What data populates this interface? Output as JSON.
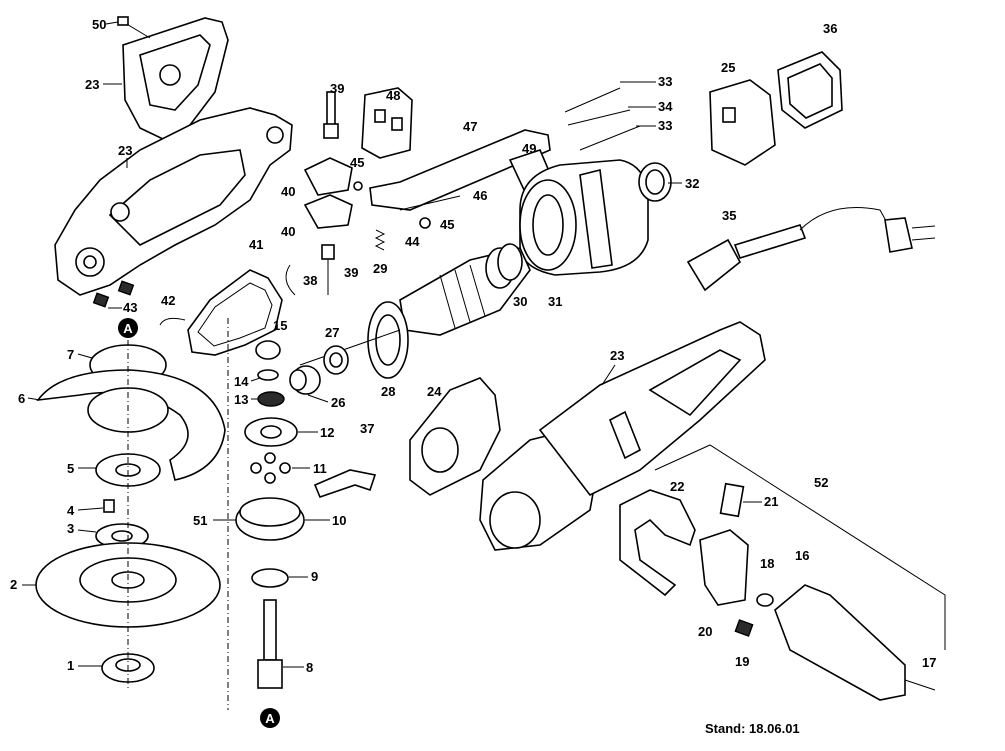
{
  "stand": "Stand: 18.06.01",
  "marker": "A",
  "parts": {
    "p1": "1",
    "p2": "2",
    "p3": "3",
    "p4": "4",
    "p5": "5",
    "p6": "6",
    "p7": "7",
    "p8": "8",
    "p9": "9",
    "p10": "10",
    "p11": "11",
    "p12": "12",
    "p13": "13",
    "p14": "14",
    "p15": "15",
    "p16": "16",
    "p17": "17",
    "p18": "18",
    "p19": "19",
    "p20": "20",
    "p21": "21",
    "p22": "22",
    "p23": "23",
    "p24": "24",
    "p25": "25",
    "p26": "26",
    "p27": "27",
    "p28": "28",
    "p29": "29",
    "p30": "30",
    "p31": "31",
    "p32": "32",
    "p33": "33",
    "p34": "34",
    "p35": "35",
    "p36": "36",
    "p37": "37",
    "p38": "38",
    "p39": "39",
    "p40": "40",
    "p41": "41",
    "p42": "42",
    "p43": "43",
    "p44": "44",
    "p45": "45",
    "p46": "46",
    "p47": "47",
    "p48": "48",
    "p49": "49",
    "p50": "50",
    "p51": "51",
    "p52": "52"
  }
}
